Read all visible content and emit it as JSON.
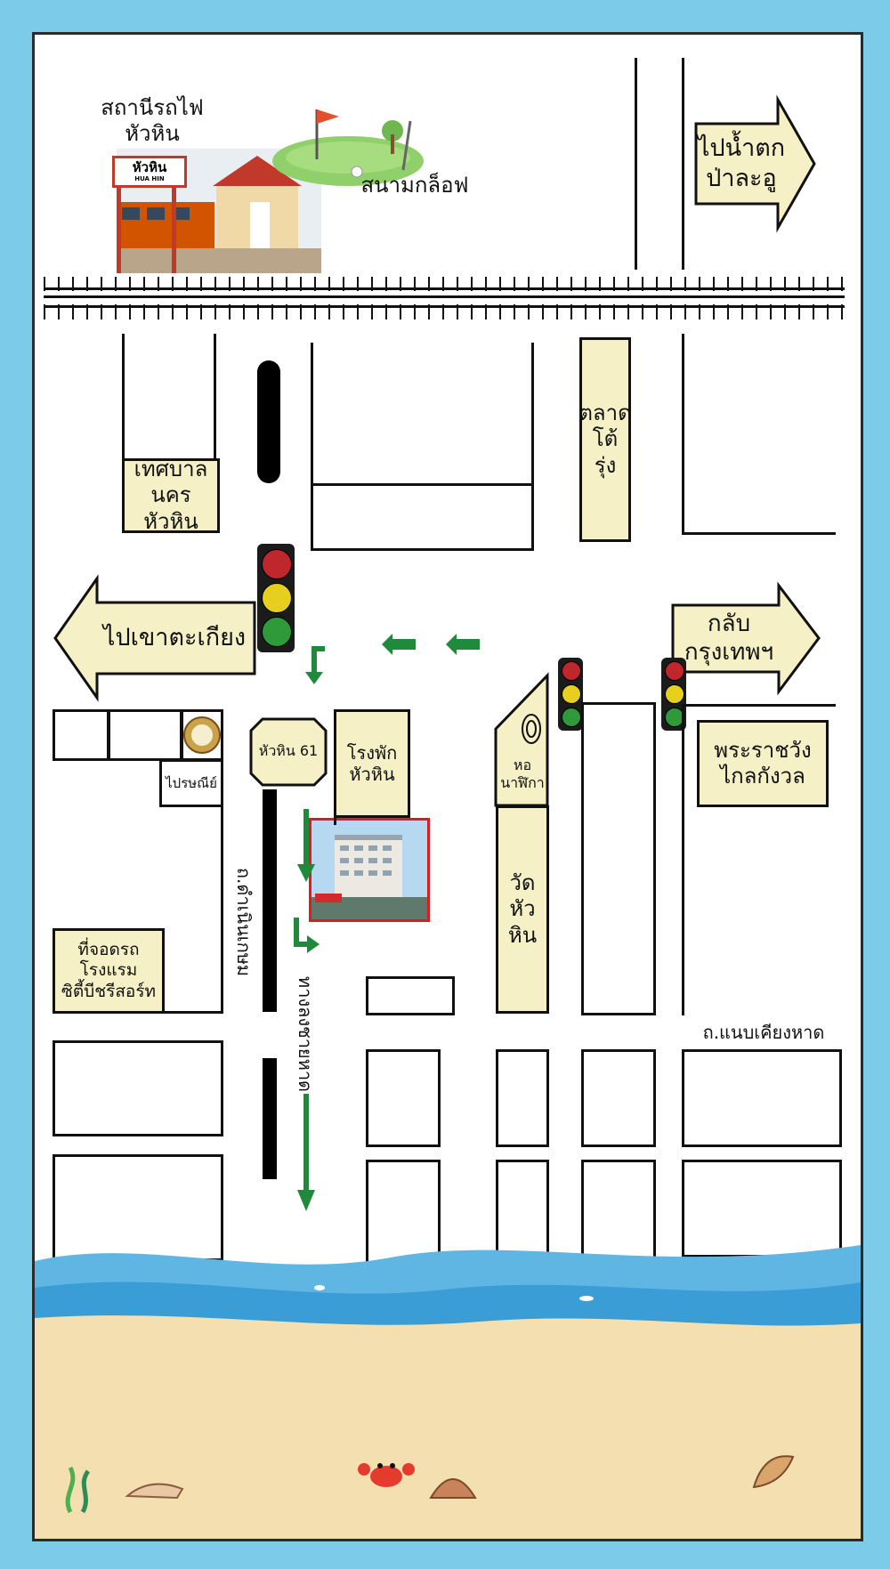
{
  "colors": {
    "frame": "#7ccbe8",
    "cream": "#f5f0c6",
    "green_arrow": "#1f8a3c",
    "hotel_border": "#e11b1b",
    "sea": "#5fb6e3",
    "sand": "#f3dfb0"
  },
  "places": {
    "station_label": "สถานีรถไฟ\nหัวหิน",
    "station_sign": "หัวหิน",
    "station_sign_sub": "HUA HIN",
    "golf_label": "สนามกล็อฟ",
    "market": "ตลาด\nโต้\nรุ่ง",
    "municipality": "เทศบาล\nนครหัวหิน",
    "post_office": "ไปรษณีย์",
    "huahin61": "หัวหิน 61",
    "hotel": "โรงพัก\nหัวหิน",
    "clock_tower": "หอ\nนาฬิกา",
    "temple": "วัด\nหัว\nหิน",
    "palace": "พระราชวัง\nไกลกังวล",
    "parking": "ที่จอดรถ\nโรงแรม\nซิตี้บีชรีสอร์ท",
    "road_damnoen": "ถ.ดำเนินเกษม",
    "road_beach_way": "ทางลงชายหาด",
    "road_naeb": "ถ.แนบเคียงหาด"
  },
  "directions": {
    "waterfall": "ไปน้ำตก\nป่าละอู",
    "khao_takiab": "ไปเขาตะเกียง",
    "bangkok": "กลับกรุงเทพฯ"
  },
  "icons": {
    "traffic_light": "traffic-light-icon",
    "green_arrow": "direction-arrow-icon",
    "seal": "municipal-seal-icon",
    "crab": "crab-icon",
    "shell": "shell-icon",
    "train": "train-icon",
    "golf": "golf-flag-icon"
  }
}
